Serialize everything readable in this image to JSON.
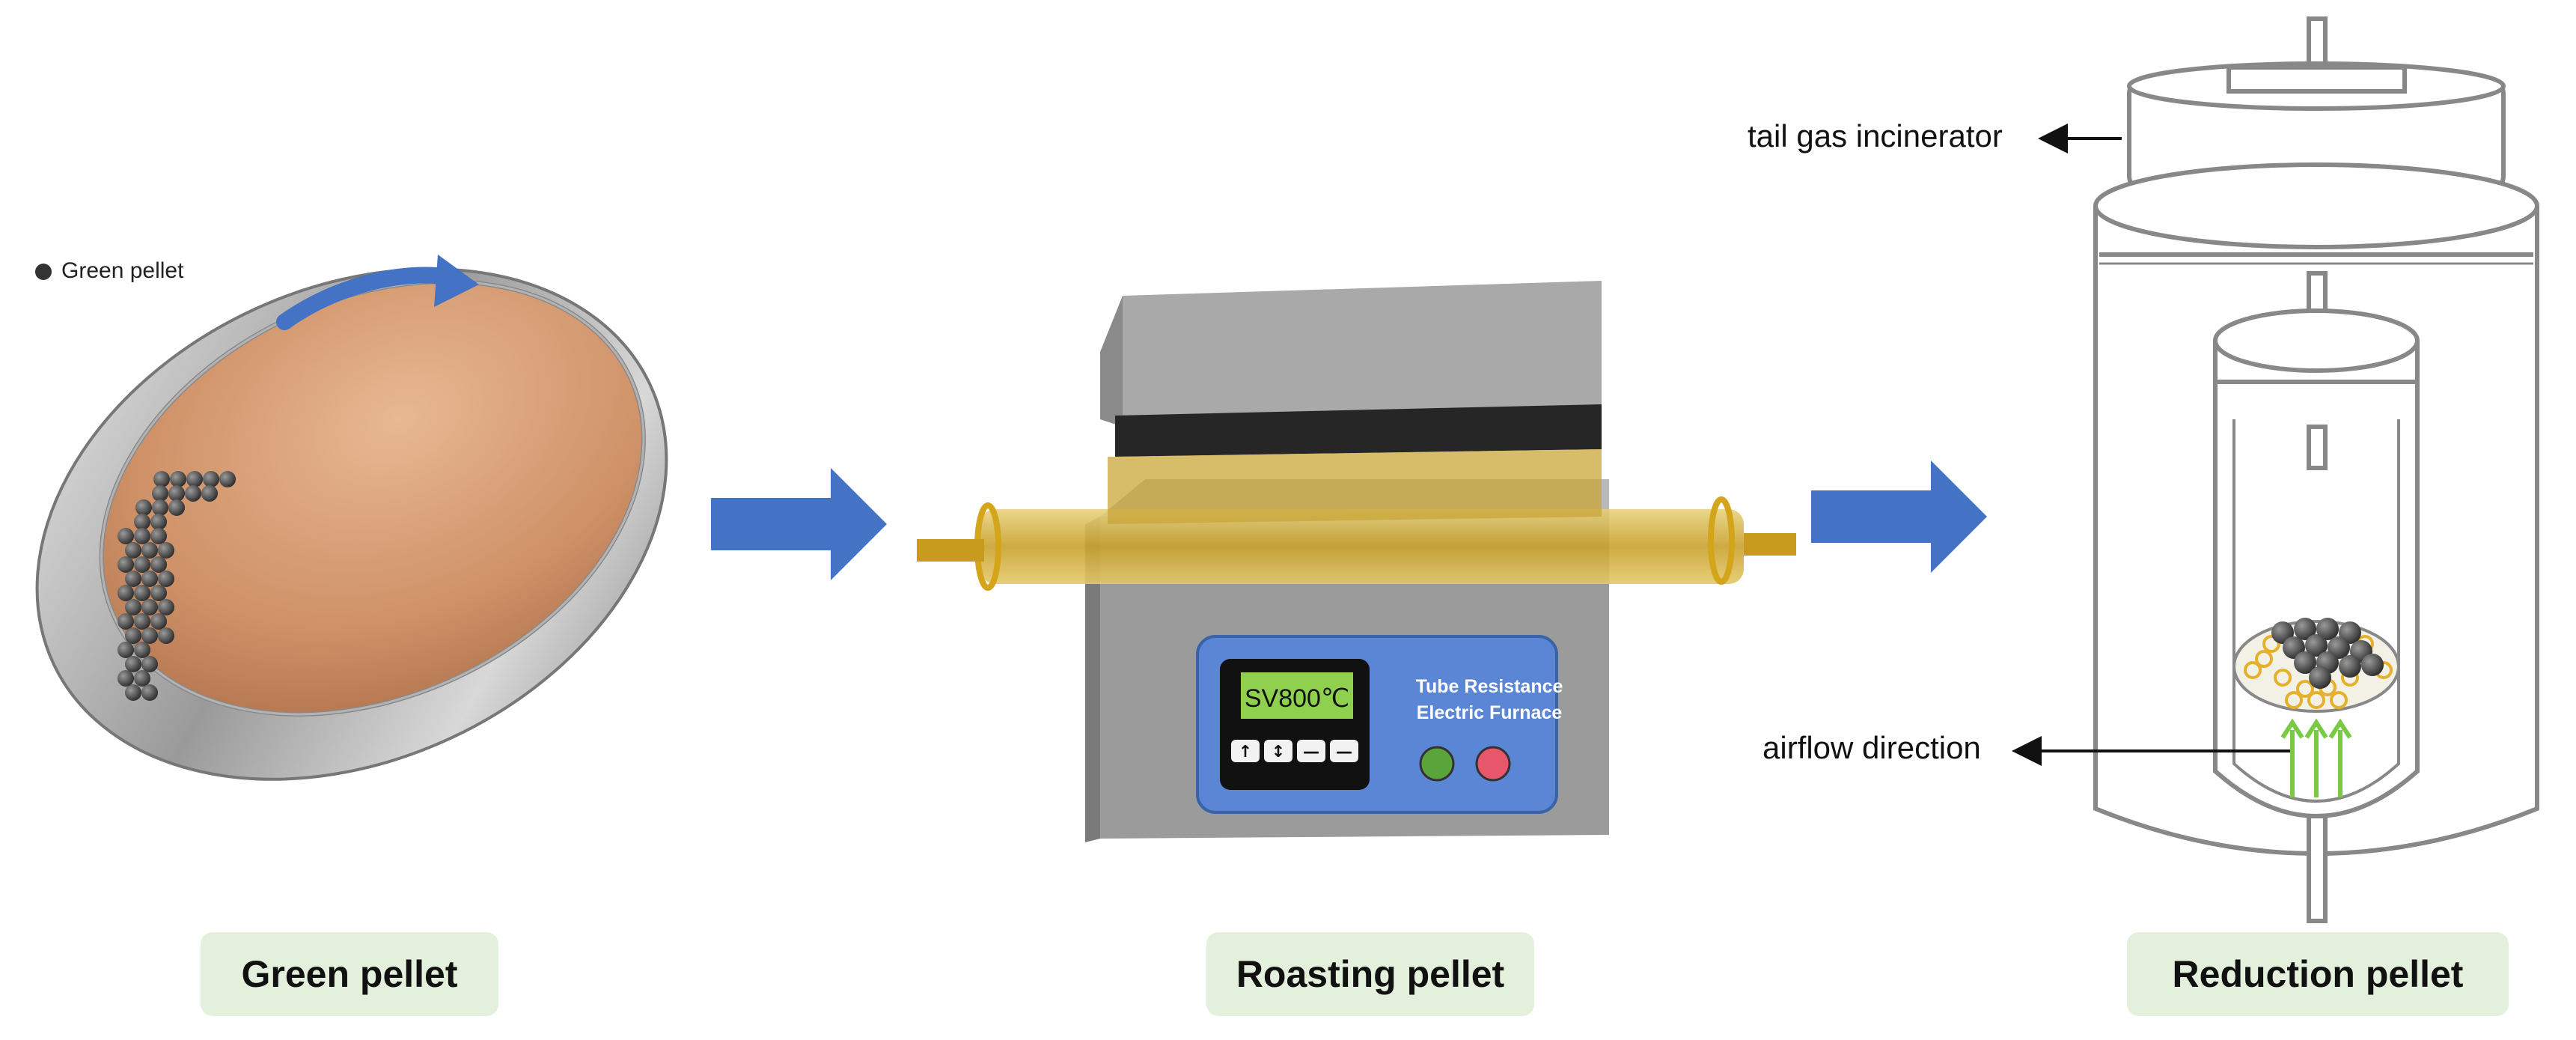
{
  "captions": {
    "green": "Green pellet",
    "roasting": "Roasting pellet",
    "reduction": "Reduction pellet"
  },
  "legend": {
    "green_pellet": "Green pellet"
  },
  "furnace": {
    "display": "SV800℃",
    "label_line1": "Tube Resistance",
    "label_line2": "Electric Furnace",
    "buttons": [
      "↑",
      "↕",
      "—",
      "—"
    ],
    "indicator_colors": {
      "green": "#5aa43c",
      "red": "#e8566b"
    }
  },
  "annotations": {
    "tail_gas": "tail gas incinerator",
    "airflow": "airflow direction"
  },
  "colors": {
    "flow_arrow": "#4472c4",
    "caption_bg": "#e3f0db",
    "pan_interior": "#cd9066",
    "tube": "#d9b84a",
    "furnace_panel": "#5b86d6"
  }
}
